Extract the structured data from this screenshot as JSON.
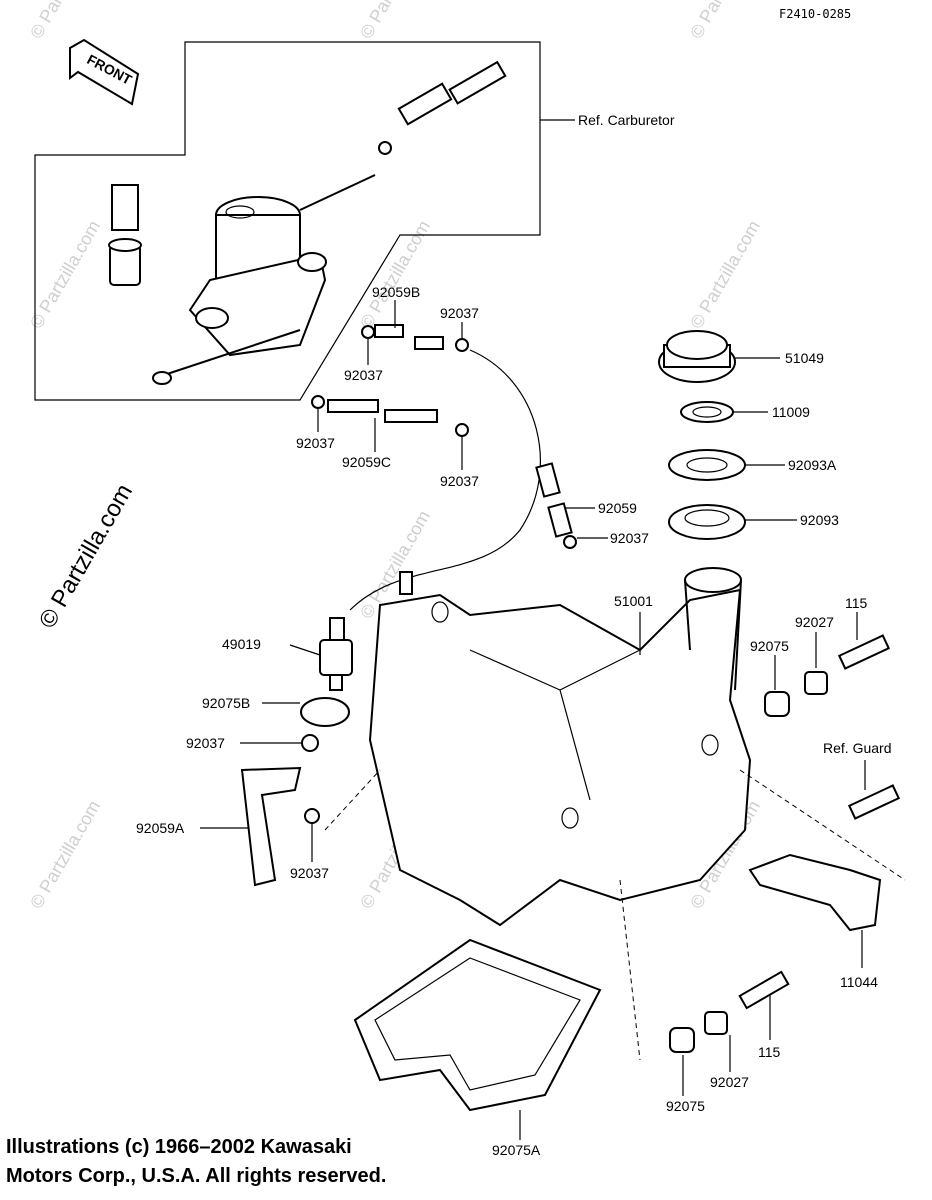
{
  "figure_code": "F2410-0285",
  "front_label": "FRONT",
  "watermark": "© Partzilla.com",
  "copyright": {
    "line1": "Illustrations (c) 1966–2002 Kawasaki",
    "line2": "Motors Corp., U.S.A.  All rights reserved."
  },
  "callouts": {
    "ref_carburetor": "Ref. Carburetor",
    "p92059B": "92059B",
    "p92037_a": "92037",
    "p92037_b": "92037",
    "p92037_c": "92037",
    "p92059C": "92059C",
    "p92037_d": "92037",
    "p51049": "51049",
    "p11009": "11009",
    "p92093A": "92093A",
    "p92093": "92093",
    "p92059": "92059",
    "p92037_e": "92037",
    "p51001": "51001",
    "p115_a": "115",
    "p92027_a": "92027",
    "p92075_a": "92075",
    "p49019": "49019",
    "p92075B": "92075B",
    "p92037_f": "92037",
    "ref_guard": "Ref. Guard",
    "p92059A": "92059A",
    "p92037_g": "92037",
    "p11044": "11044",
    "p115_b": "115",
    "p92027_b": "92027",
    "p92075_b": "92075",
    "p92075A": "92075A"
  }
}
